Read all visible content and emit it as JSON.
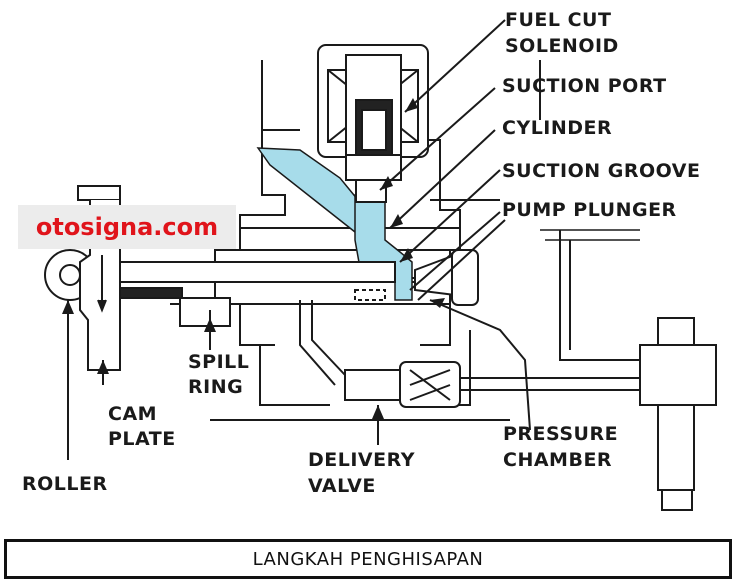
{
  "colors": {
    "fuel": "#a7dcea",
    "line": "#1a1a1a",
    "watermark_text": "#e0141b",
    "watermark_bg": "#ececec"
  },
  "labels": {
    "fuel_cut_1": "FUEL CUT",
    "fuel_cut_2": "SOLENOID",
    "suction_port": "SUCTION PORT",
    "cylinder": "CYLINDER",
    "suction_groove": "SUCTION GROOVE",
    "pump_plunger": "PUMP PLUNGER",
    "spill_1": "SPILL",
    "spill_2": "RING",
    "cam_1": "CAM",
    "cam_2": "PLATE",
    "roller": "ROLLER",
    "delivery_1": "DELIVERY",
    "delivery_2": "VALVE",
    "pressure_1": "PRESSURE",
    "pressure_2": "CHAMBER"
  },
  "watermark": "otosigna.com",
  "caption": "LANGKAH PENGHISAPAN"
}
